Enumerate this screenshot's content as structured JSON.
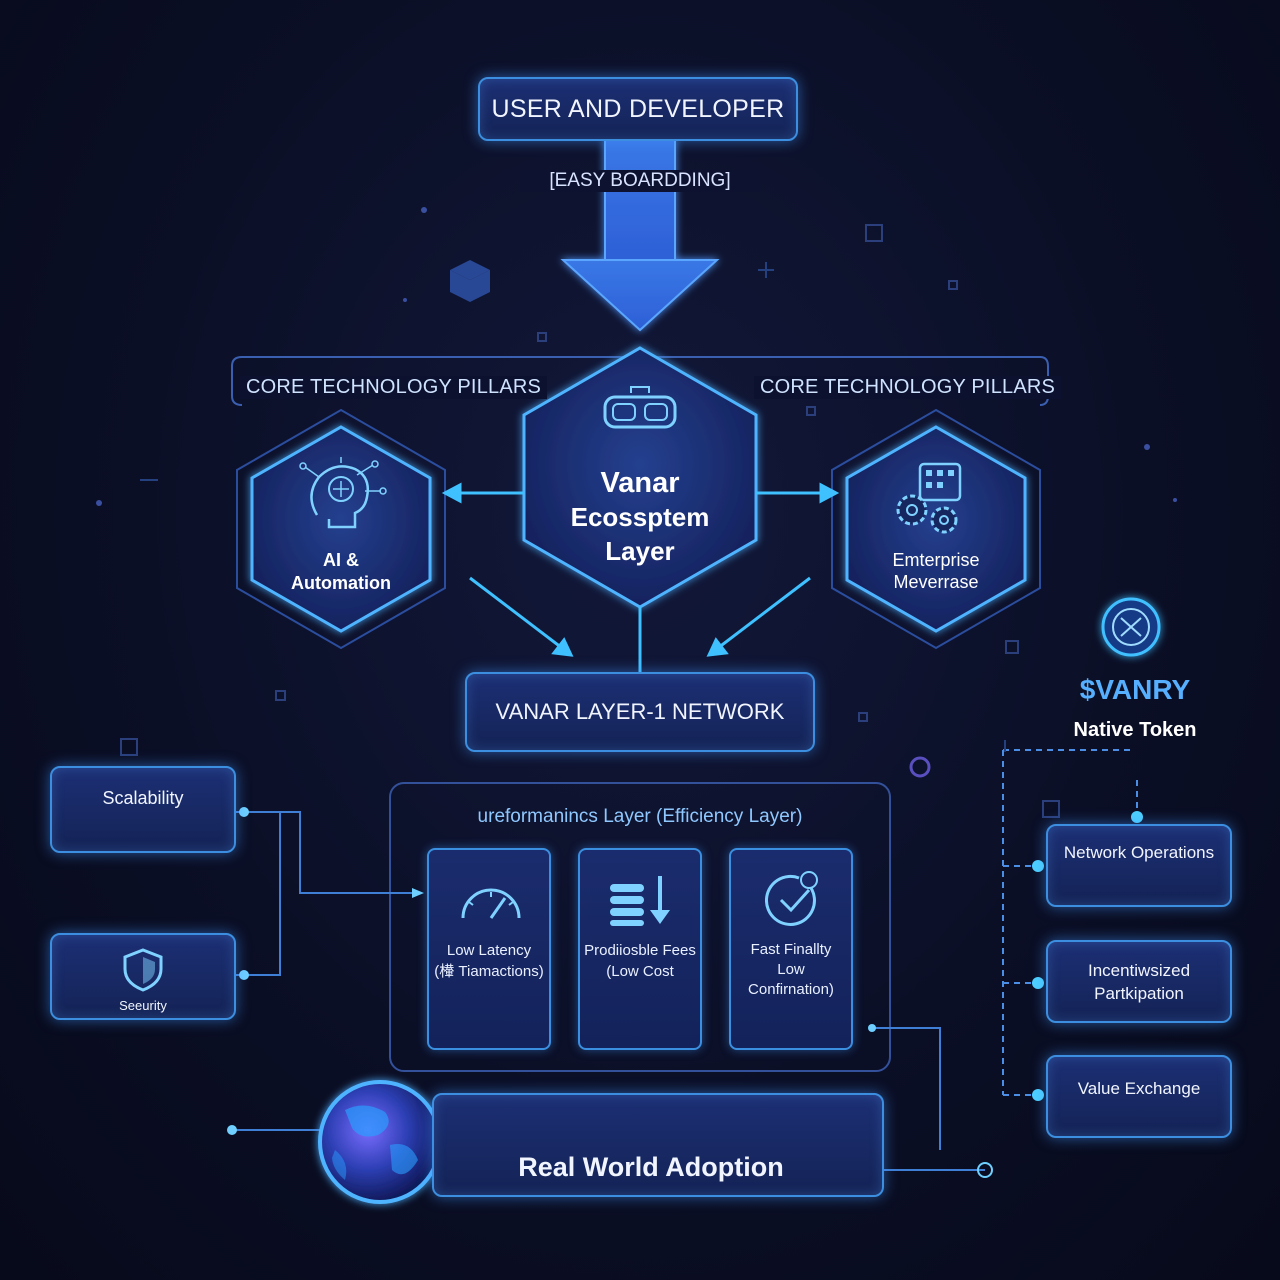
{
  "header": {
    "top_box": "USER AND DEVELOPER",
    "onboarding": "[EASY BOARDDING]"
  },
  "pillars": {
    "left_label": "CORE TECHNOLOGY PILLARS",
    "right_label": "CORE TECHNOLOGY PILLARS",
    "center": {
      "line1": "Vanar",
      "line2": "Ecossptem",
      "line3": "Layer",
      "icon": "vr-headset-icon"
    },
    "left": {
      "line1": "AI &",
      "line2": "Automation",
      "icon": "ai-brain-icon"
    },
    "right": {
      "line1": "Emterprise",
      "line2": "Meverrase",
      "icon": "gears-icon"
    }
  },
  "network": {
    "label": "VANAR LAYER-1 NETWORK"
  },
  "performance": {
    "title": "ureformanincs Layer (Efficiency Layer)",
    "cards": [
      {
        "line1": "Low Latency",
        "line2": "(檋 Tiamactions)",
        "icon": "speedometer-icon"
      },
      {
        "line1": "Prodiiosble Fees",
        "line2": "(Low Cost",
        "icon": "coins-icon"
      },
      {
        "line1": "Fast Finallty",
        "line2": "Low",
        "line3": "Confirnation)",
        "icon": "checkmark-icon"
      }
    ]
  },
  "left_side": {
    "scalability": "Scalability",
    "security": "Seeurity"
  },
  "token": {
    "symbol": "$VANRY",
    "label": "Native Token",
    "items": [
      "Network Operations",
      "Incentiwsized Partkipation",
      "Value Exchange"
    ]
  },
  "adoption": {
    "label": "Real World Adoption",
    "icon": "globe-icon"
  },
  "colors": {
    "accent": "#4aa8ff",
    "glow": "#37c6ff",
    "box_fill": "#1b2c6e",
    "background": "#0b0f26"
  }
}
